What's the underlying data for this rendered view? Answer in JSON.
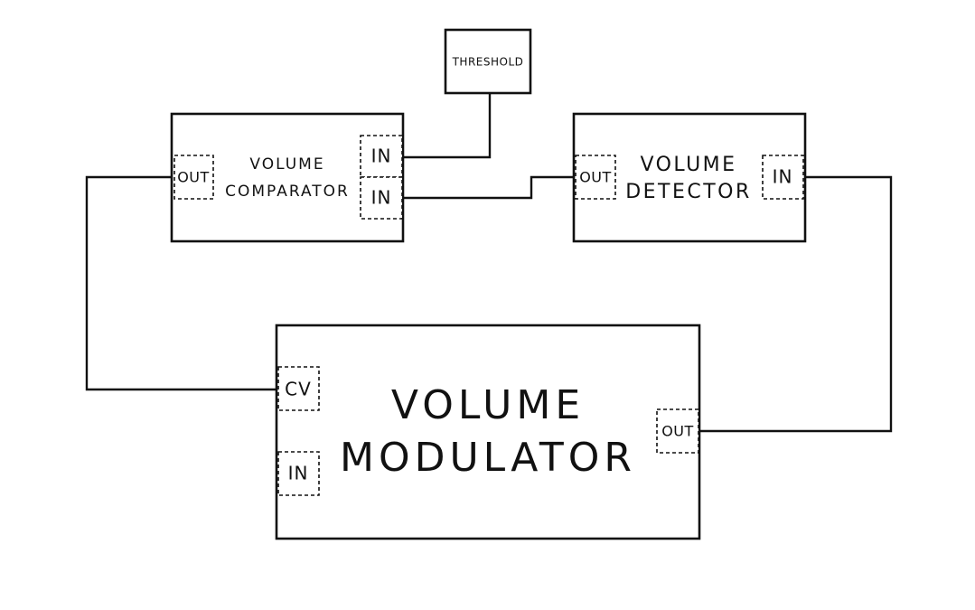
{
  "diagram": {
    "threshold": {
      "label": "THRESHOLD"
    },
    "volume_comparator": {
      "line1": "VOLUME",
      "line2": "COMPARATOR",
      "ports": {
        "out": "OUT",
        "in_top": "IN",
        "in_bottom": "IN"
      }
    },
    "volume_detector": {
      "line1": "VOLUME",
      "line2": "DETECTOR",
      "ports": {
        "out": "OUT",
        "in": "IN"
      }
    },
    "volume_modulator": {
      "line1": "VOLUME",
      "line2": "MODULATOR",
      "ports": {
        "cv": "CV",
        "in": "IN",
        "out": "OUT"
      }
    }
  }
}
